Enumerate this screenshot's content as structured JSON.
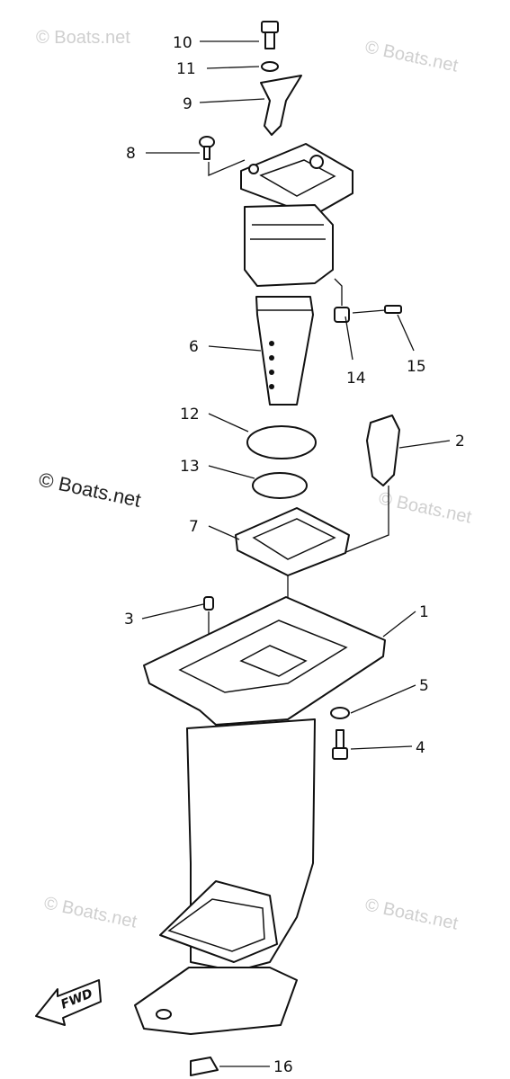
{
  "watermarks": {
    "top_left": "© Boats.net",
    "top_right": "© Boats.net",
    "middle_left": "© Boats.net",
    "middle_right": "© Boats.net",
    "bottom_left": "© Boats.net",
    "bottom_right": "© Boats.net"
  },
  "callouts": {
    "c1": "1",
    "c2": "2",
    "c3": "3",
    "c4": "4",
    "c5": "5",
    "c6": "6",
    "c7": "7",
    "c8": "8",
    "c9": "9",
    "c10": "10",
    "c11": "11",
    "c12": "12",
    "c13": "13",
    "c14": "14",
    "c15": "15",
    "c16": "16"
  },
  "fwd_label": "FWD"
}
